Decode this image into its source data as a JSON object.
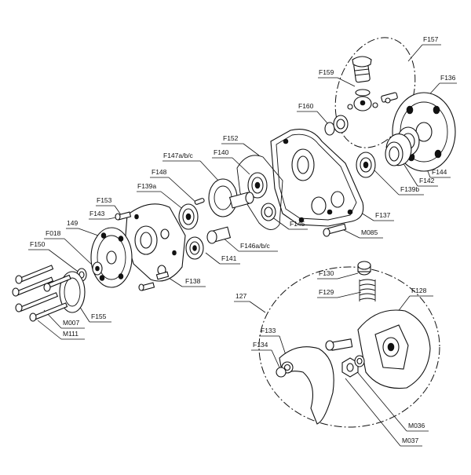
{
  "labels": [
    "F157",
    "F159",
    "F136",
    "F160",
    "F152",
    "F147a/b/c",
    "F140",
    "F148",
    "F139a",
    "F153",
    "F143",
    "149",
    "F018",
    "F150",
    "F155",
    "M007",
    "M111",
    "F138",
    "F141",
    "F146a/b/c",
    "F145",
    "M085",
    "F137",
    "F139b",
    "F142",
    "F144",
    "127",
    "F130",
    "F129",
    "F128",
    "F133",
    "F134",
    "M036",
    "M037"
  ]
}
